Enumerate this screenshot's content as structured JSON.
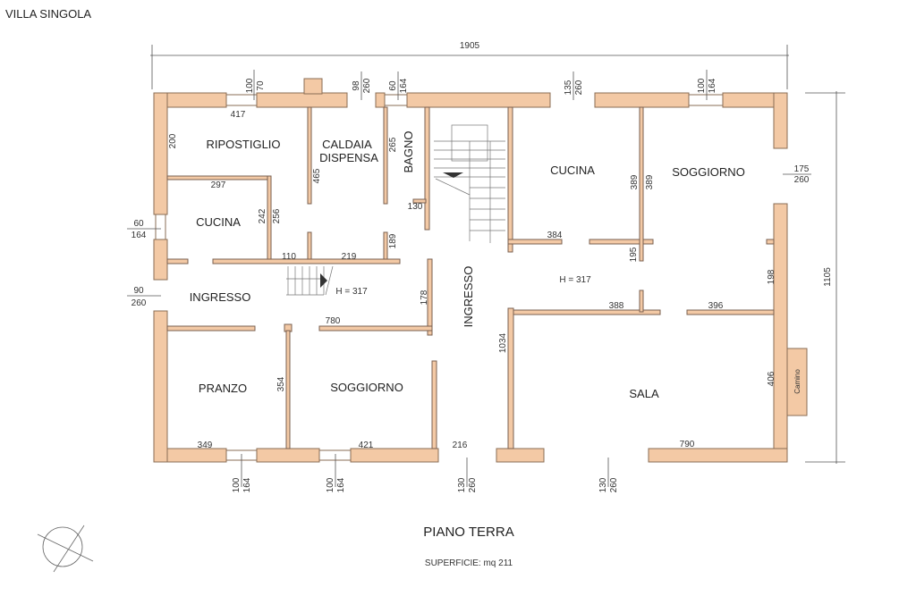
{
  "title": "VILLA SINGOLA",
  "plan_title": "PIANO TERRA",
  "surface": "SUPERFICIE: mq 211",
  "colors": {
    "wall": "#f3c9a5",
    "outline": "#8a6d55"
  },
  "rooms": {
    "ripostiglio": "RIPOSTIGLIO",
    "caldaia": "CALDAIA",
    "dispensa": "DISPENSA",
    "bagno": "BAGNO",
    "cucina_left": "CUCINA",
    "ingresso_left": "INGRESSO",
    "pranzo": "PRANZO",
    "soggiorno_left": "SOGGIORNO",
    "ingresso_center": "INGRESSO",
    "cucina_right": "CUCINA",
    "soggiorno_right": "SOGGIORNO",
    "sala": "SALA",
    "camino": "Camino"
  },
  "heights": {
    "left": "H = 317",
    "right": "H = 317"
  },
  "dimensions": {
    "total_width": "1905",
    "total_depth": "1105",
    "d417": "417",
    "d200": "200",
    "d297": "297",
    "d242": "242",
    "d256": "256",
    "d465": "465",
    "d265": "265",
    "d130": "130",
    "d110": "110",
    "d219": "219",
    "d189": "189",
    "d178": "178",
    "d780": "780",
    "d354": "354",
    "d349": "349",
    "d421": "421",
    "d216": "216",
    "d1034": "1034",
    "d384": "384",
    "d389a": "389",
    "d389b": "389",
    "d195": "195",
    "d388": "388",
    "d396": "396",
    "d198": "198",
    "d406": "406",
    "d790": "790"
  },
  "openings": [
    {
      "w": "100",
      "h": "70"
    },
    {
      "w": "98",
      "h": "260"
    },
    {
      "w": "60",
      "h": "164"
    },
    {
      "w": "135",
      "h": "260"
    },
    {
      "w": "100",
      "h": "164"
    },
    {
      "w": "175",
      "h": "260"
    },
    {
      "w": "60",
      "h": "164"
    },
    {
      "w": "90",
      "h": "260"
    },
    {
      "w": "100",
      "h": "164"
    },
    {
      "w": "100",
      "h": "164"
    },
    {
      "w": "130",
      "h": "260"
    },
    {
      "w": "130",
      "h": "260"
    }
  ]
}
